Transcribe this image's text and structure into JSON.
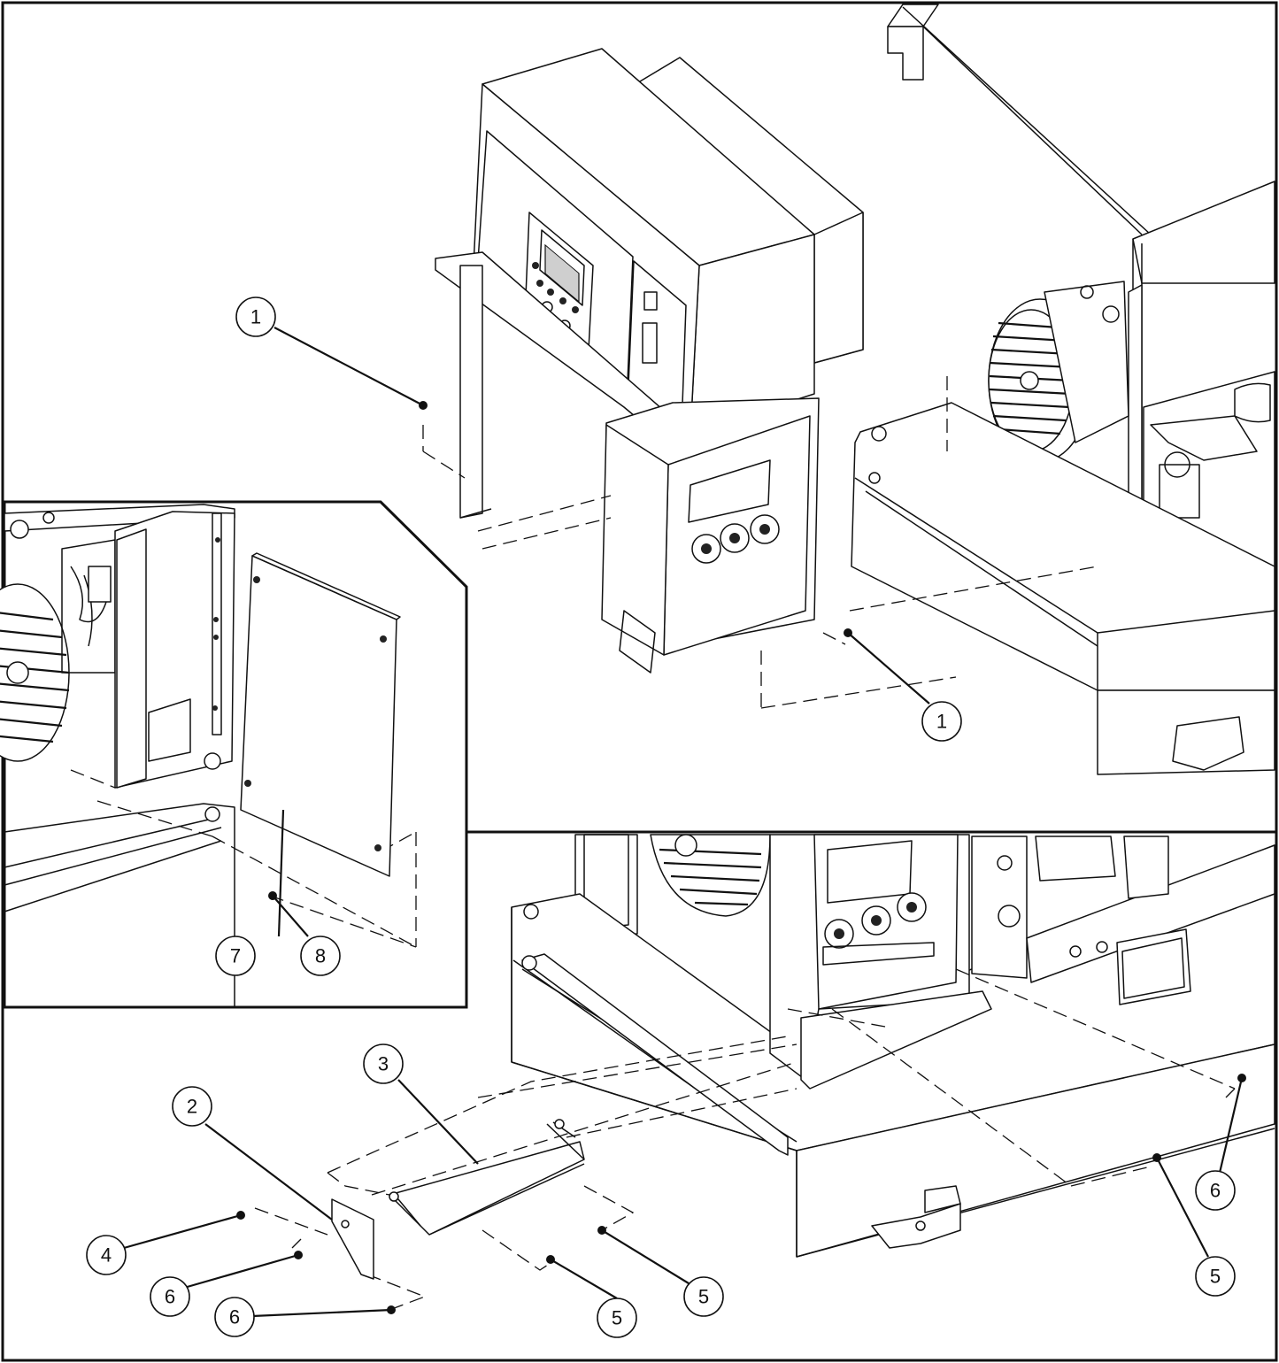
{
  "diagram": {
    "callouts": [
      {
        "id": "c1a",
        "label": "1"
      },
      {
        "id": "c1b",
        "label": "1"
      },
      {
        "id": "c2",
        "label": "2"
      },
      {
        "id": "c3",
        "label": "3"
      },
      {
        "id": "c4",
        "label": "4"
      },
      {
        "id": "c5a",
        "label": "5"
      },
      {
        "id": "c5b",
        "label": "5"
      },
      {
        "id": "c5c",
        "label": "5"
      },
      {
        "id": "c6a",
        "label": "6"
      },
      {
        "id": "c6b",
        "label": "6"
      },
      {
        "id": "c6c",
        "label": "6"
      },
      {
        "id": "c7",
        "label": "7"
      },
      {
        "id": "c8",
        "label": "8"
      }
    ]
  }
}
